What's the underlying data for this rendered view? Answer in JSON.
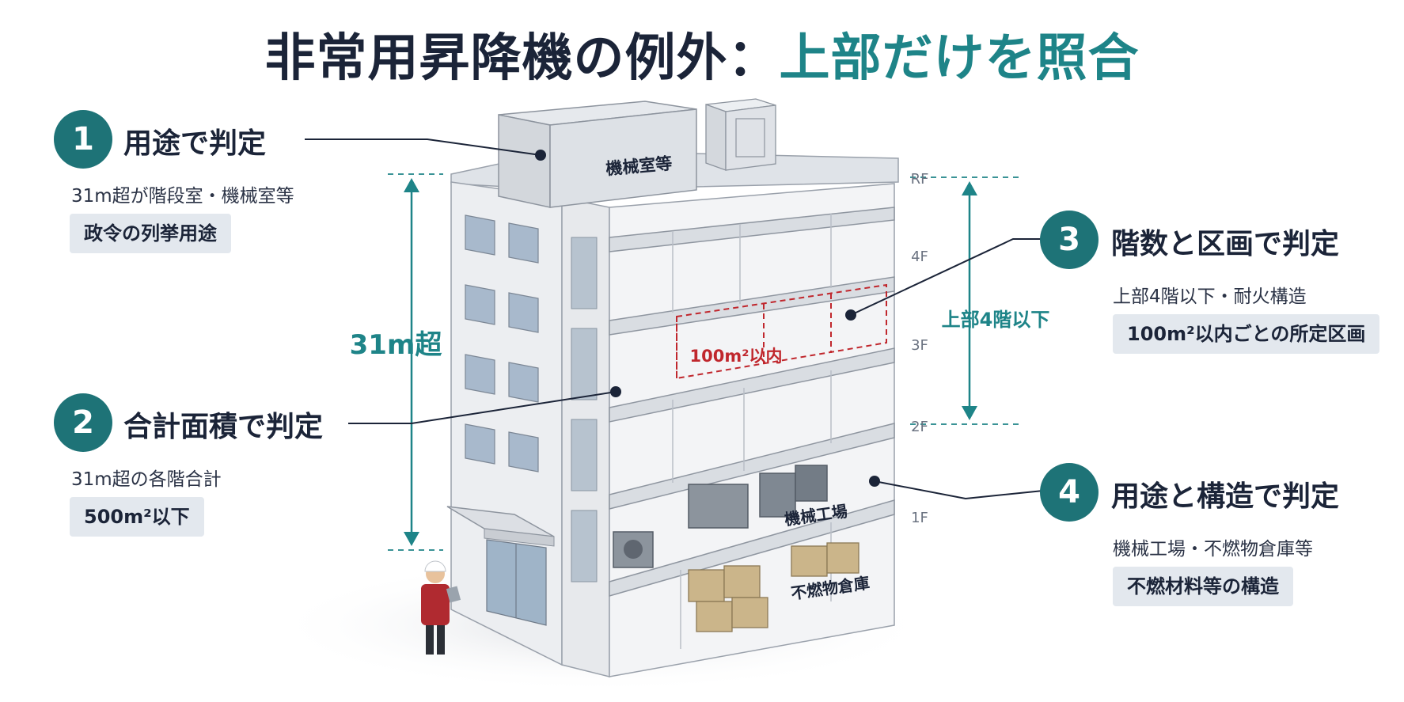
{
  "title": {
    "main": "非常用昇降機の例外：",
    "accent": "上部だけを照合"
  },
  "points": [
    {
      "number": "1",
      "heading": "用途で判定",
      "detail": "31m超が階段室・機械室等",
      "box": "政令の列挙用途"
    },
    {
      "number": "2",
      "heading": "合計面積で判定",
      "detail": "31m超の各階合計",
      "box": "500m²以下"
    },
    {
      "number": "3",
      "heading": "階数と区画で判定",
      "detail": "上部4階以下・耐火構造",
      "box": "100m²以内ごとの所定区画"
    },
    {
      "number": "4",
      "heading": "用途と構造で判定",
      "detail": "機械工場・不燃物倉庫等",
      "box": "不燃材料等の構造"
    }
  ],
  "building": {
    "rooftop_label": "機械室等",
    "floor_labels": [
      "RF",
      "4F",
      "3F",
      "2F",
      "1F"
    ],
    "height_label": "31m超",
    "upper_floors_label": "上部4階以下",
    "compartment_label": "100m²以内",
    "factory_label": "機械工場",
    "warehouse_label": "不燃物倉庫"
  },
  "colors": {
    "accent": "#1e8488",
    "dark": "#1b2438",
    "red": "#c0272d",
    "circle": "#1e7377"
  }
}
